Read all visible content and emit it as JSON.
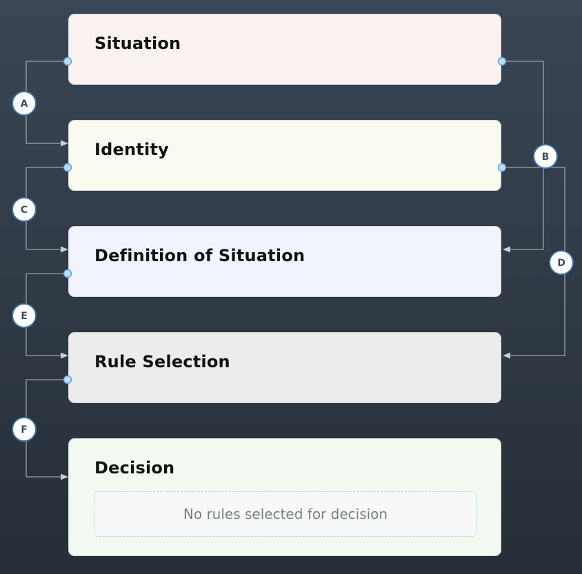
{
  "nodes": {
    "situation": {
      "label": "Situation"
    },
    "identity": {
      "label": "Identity"
    },
    "definition": {
      "label": "Definition of Situation"
    },
    "rule_selection": {
      "label": "Rule Selection"
    },
    "decision": {
      "label": "Decision",
      "empty_text": "No rules selected for decision"
    }
  },
  "connections": [
    {
      "label": "A",
      "from": "Situation",
      "to": "Identity"
    },
    {
      "label": "B",
      "from": "Situation",
      "to": "Definition of Situation"
    },
    {
      "label": "C",
      "from": "Identity",
      "to": "Definition of Situation"
    },
    {
      "label": "D",
      "from": "Identity",
      "to": "Rule Selection"
    },
    {
      "label": "E",
      "from": "Definition of Situation",
      "to": "Rule Selection"
    },
    {
      "label": "F",
      "from": "Rule Selection",
      "to": "Decision"
    }
  ],
  "colors": {
    "connector_line": "#9aa3ad",
    "port_fill": "#bfdcf7",
    "port_stroke": "#5b9fe0",
    "badge_fill": "#ffffff",
    "badge_stroke": "#3f6fa8",
    "badge_text": "#3b4c66"
  }
}
